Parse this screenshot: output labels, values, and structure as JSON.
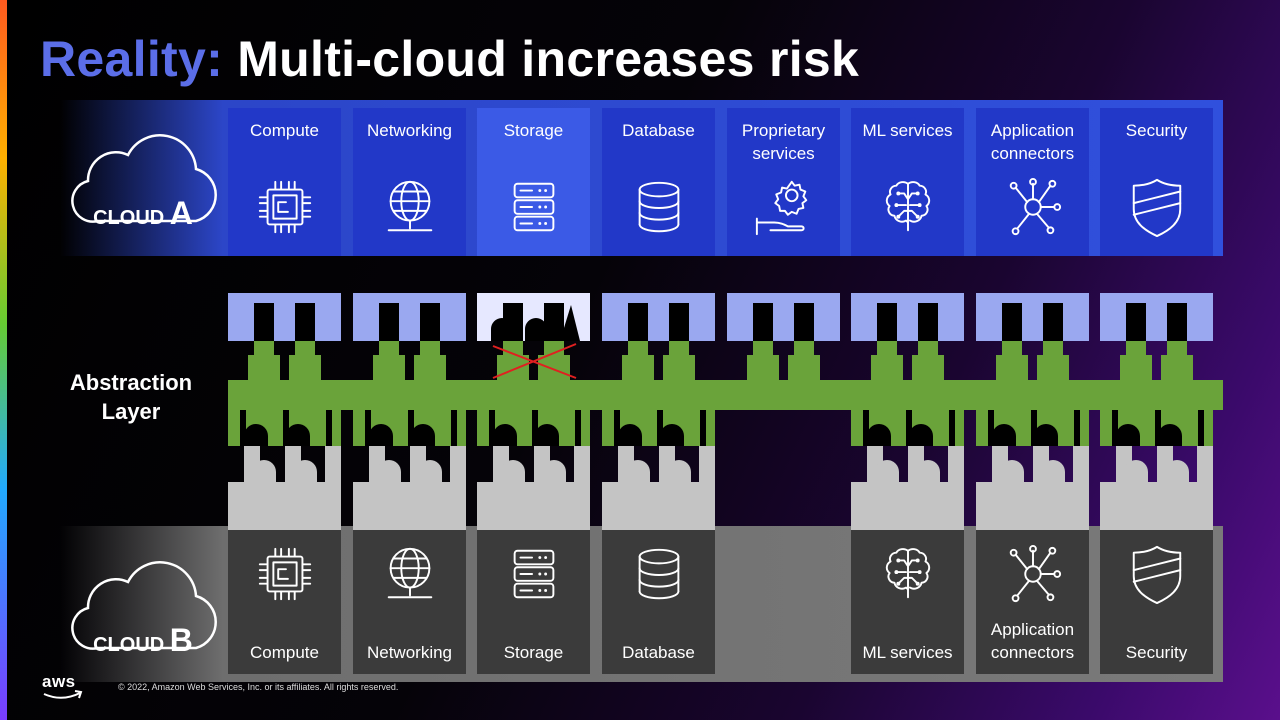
{
  "title": {
    "highlight": "Reality:",
    "rest": "Multi-cloud increases risk"
  },
  "cloud_a": {
    "prefix": "CLOUD",
    "letter": "A"
  },
  "cloud_b": {
    "prefix": "CLOUD",
    "letter": "B"
  },
  "abstraction_label": {
    "line1": "Abstraction",
    "line2": "Layer"
  },
  "cloud_a_services": [
    {
      "label": "Compute",
      "icon": "chip-icon"
    },
    {
      "label": "Networking",
      "icon": "globe-icon"
    },
    {
      "label": "Storage",
      "icon": "server-stack-icon"
    },
    {
      "label": "Database",
      "icon": "database-icon"
    },
    {
      "label": "Proprietary services",
      "icon": "gear-hand-icon"
    },
    {
      "label": "ML services",
      "icon": "brain-icon"
    },
    {
      "label": "Application connectors",
      "icon": "hub-nodes-icon"
    },
    {
      "label": "Security",
      "icon": "shield-icon"
    }
  ],
  "cloud_b_services": [
    {
      "label": "Compute",
      "icon": "chip-icon"
    },
    {
      "label": "Networking",
      "icon": "globe-icon"
    },
    {
      "label": "Storage",
      "icon": "server-stack-icon"
    },
    {
      "label": "Database",
      "icon": "database-icon"
    },
    {
      "label": "ML services",
      "icon": "brain-icon"
    },
    {
      "label": "Application connectors",
      "icon": "hub-nodes-icon"
    },
    {
      "label": "Security",
      "icon": "shield-icon"
    }
  ],
  "footer": {
    "copyright": "© 2022, Amazon Web Services, Inc. or its affiliates.  All rights  reserved.",
    "logo": "aws"
  },
  "colors": {
    "cloud_a_accent": "#2238c8",
    "abstraction_layer": "#6aa33a",
    "cloud_b_card": "#3b3b3b",
    "broken_link": "#e02020",
    "title_highlight": "#5b6ee8"
  }
}
